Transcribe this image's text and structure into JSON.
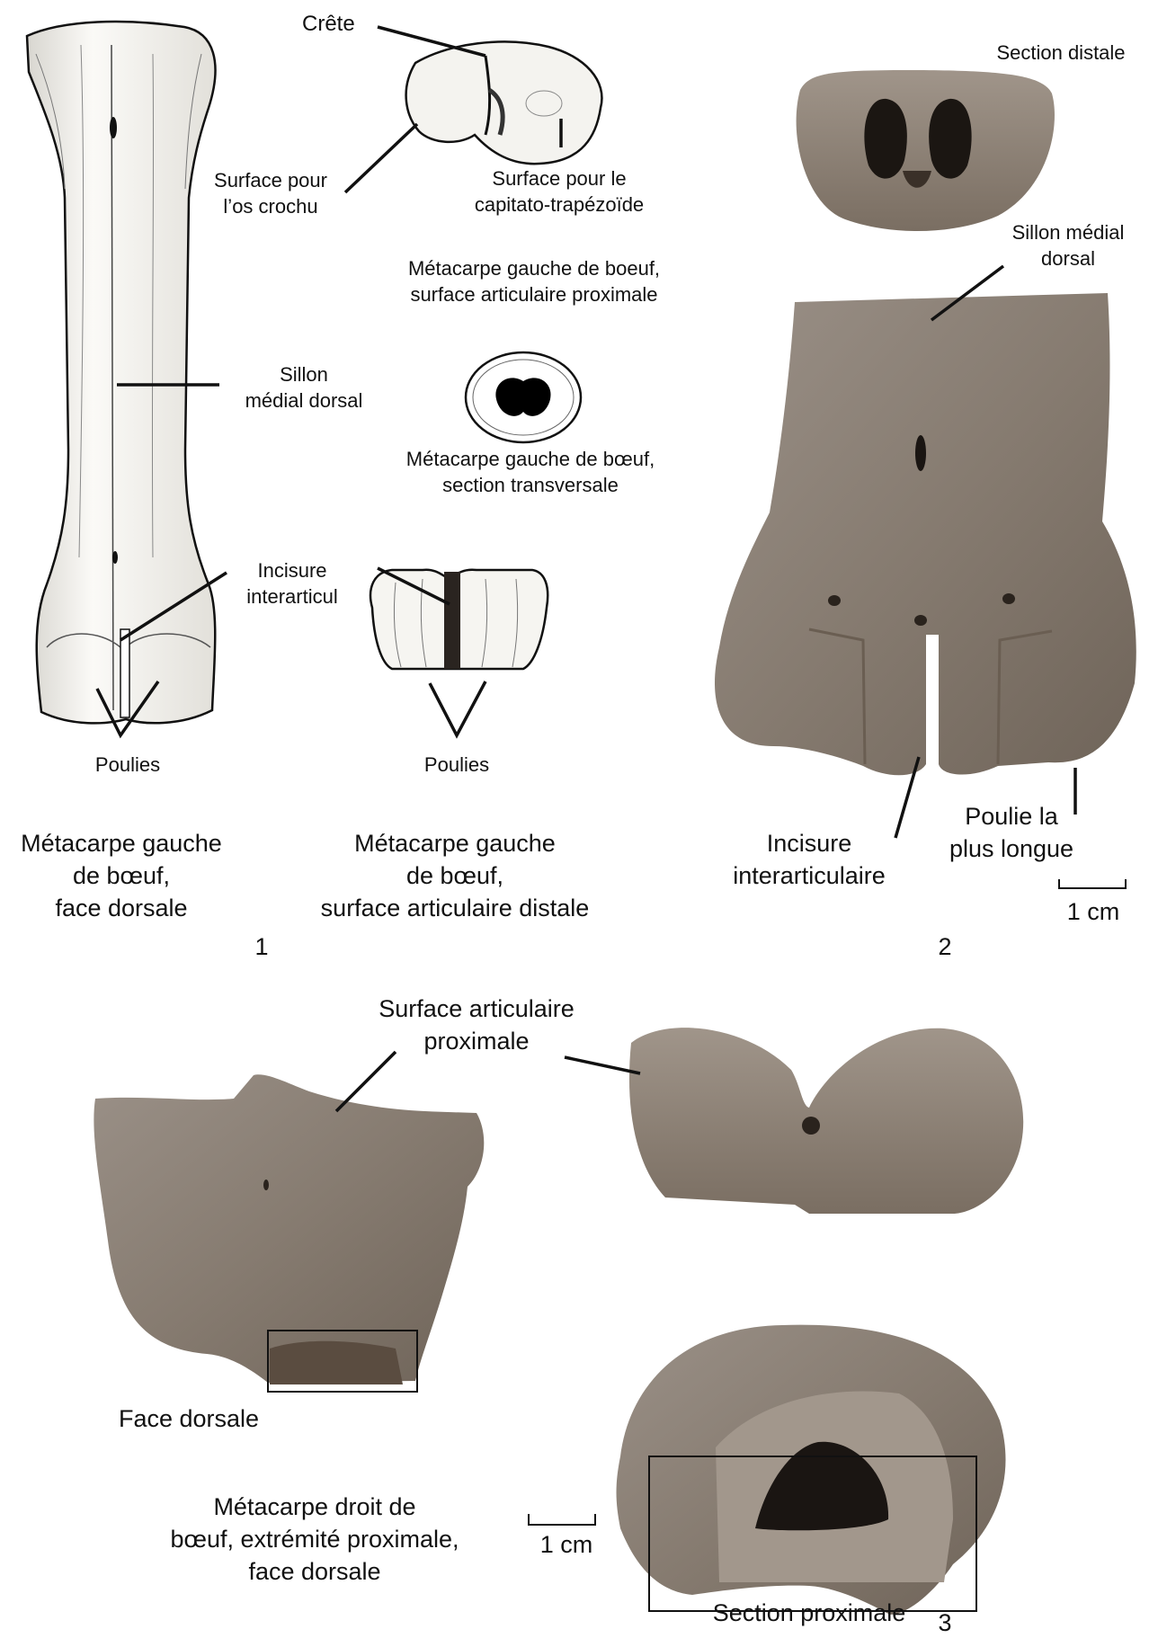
{
  "panel1": {
    "labels": {
      "crete": "Crête",
      "surface_os_crochu": "Surface pour\nl’os crochu",
      "surface_capitato": "Surface pour le\ncapitato-trapézoïde",
      "proximal_caption": "Métacarpe gauche de boeuf,\nsurface articulaire proximale",
      "sillon": "Sillon\nmédial dorsal",
      "section_caption": "Métacarpe gauche de bœuf,\nsection transversale",
      "incisure": "Incisure\ninterarticul",
      "poulies_left": "Poulies",
      "poulies_right": "Poulies",
      "caption_dorsal": "Métacarpe gauche\nde bœuf,\nface dorsale",
      "caption_distal": "Métacarpe gauche\nde bœuf,\nsurface articulaire distale",
      "number": "1"
    }
  },
  "panel2": {
    "labels": {
      "section_distale": "Section distale",
      "sillon": "Sillon médial\ndorsal",
      "incisure": "Incisure\ninterarticulaire",
      "poulie_longue": "Poulie la\nplus longue",
      "scale": "1 cm",
      "number": "2"
    }
  },
  "panel3": {
    "labels": {
      "surface_proximale": "Surface articulaire\nproximale",
      "face_dorsale": "Face dorsale",
      "caption": "Métacarpe droit de\nbœuf, extrémité proximale,\nface dorsale",
      "scale": "1 cm",
      "section_proximale": "Section proximale",
      "number": "3"
    }
  },
  "colors": {
    "bone_drawing_fill": "#f7f6f2",
    "bone_photo": "#8a7f74",
    "bone_photo_dark": "#5e544a",
    "marrow": "#1a1512",
    "line": "#111111"
  }
}
